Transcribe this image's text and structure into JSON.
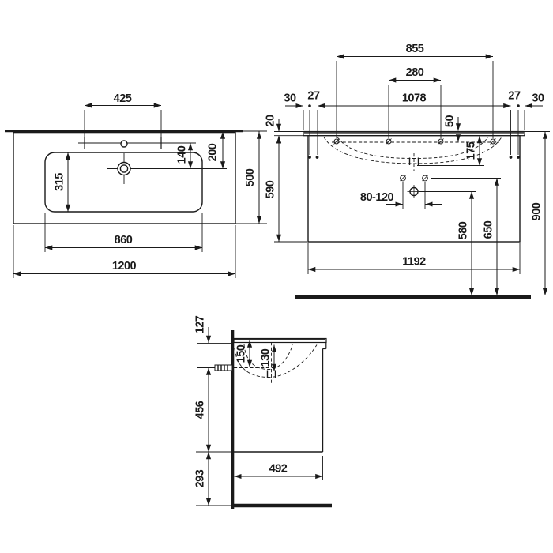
{
  "colors": {
    "ink": "#1a1a1a",
    "background": "#ffffff"
  },
  "plan": {
    "d425": "425",
    "d140": "140",
    "d200": "200",
    "d315": "315",
    "d500": "500",
    "d860": "860",
    "d1200": "1200"
  },
  "front": {
    "d855": "855",
    "d280": "280",
    "d30_left": "30",
    "d27_left": "27",
    "d1078": "1078",
    "d27_right": "27",
    "d30_right": "30",
    "d20": "20",
    "d50": "50",
    "d175": "175",
    "d590": "590",
    "d80_120": "80-120",
    "d580": "580",
    "d650": "650",
    "d900": "900",
    "d1192": "1192"
  },
  "side": {
    "d127": "127",
    "d150": "150",
    "d130": "130",
    "d456": "456",
    "d293": "293",
    "d492": "492"
  }
}
